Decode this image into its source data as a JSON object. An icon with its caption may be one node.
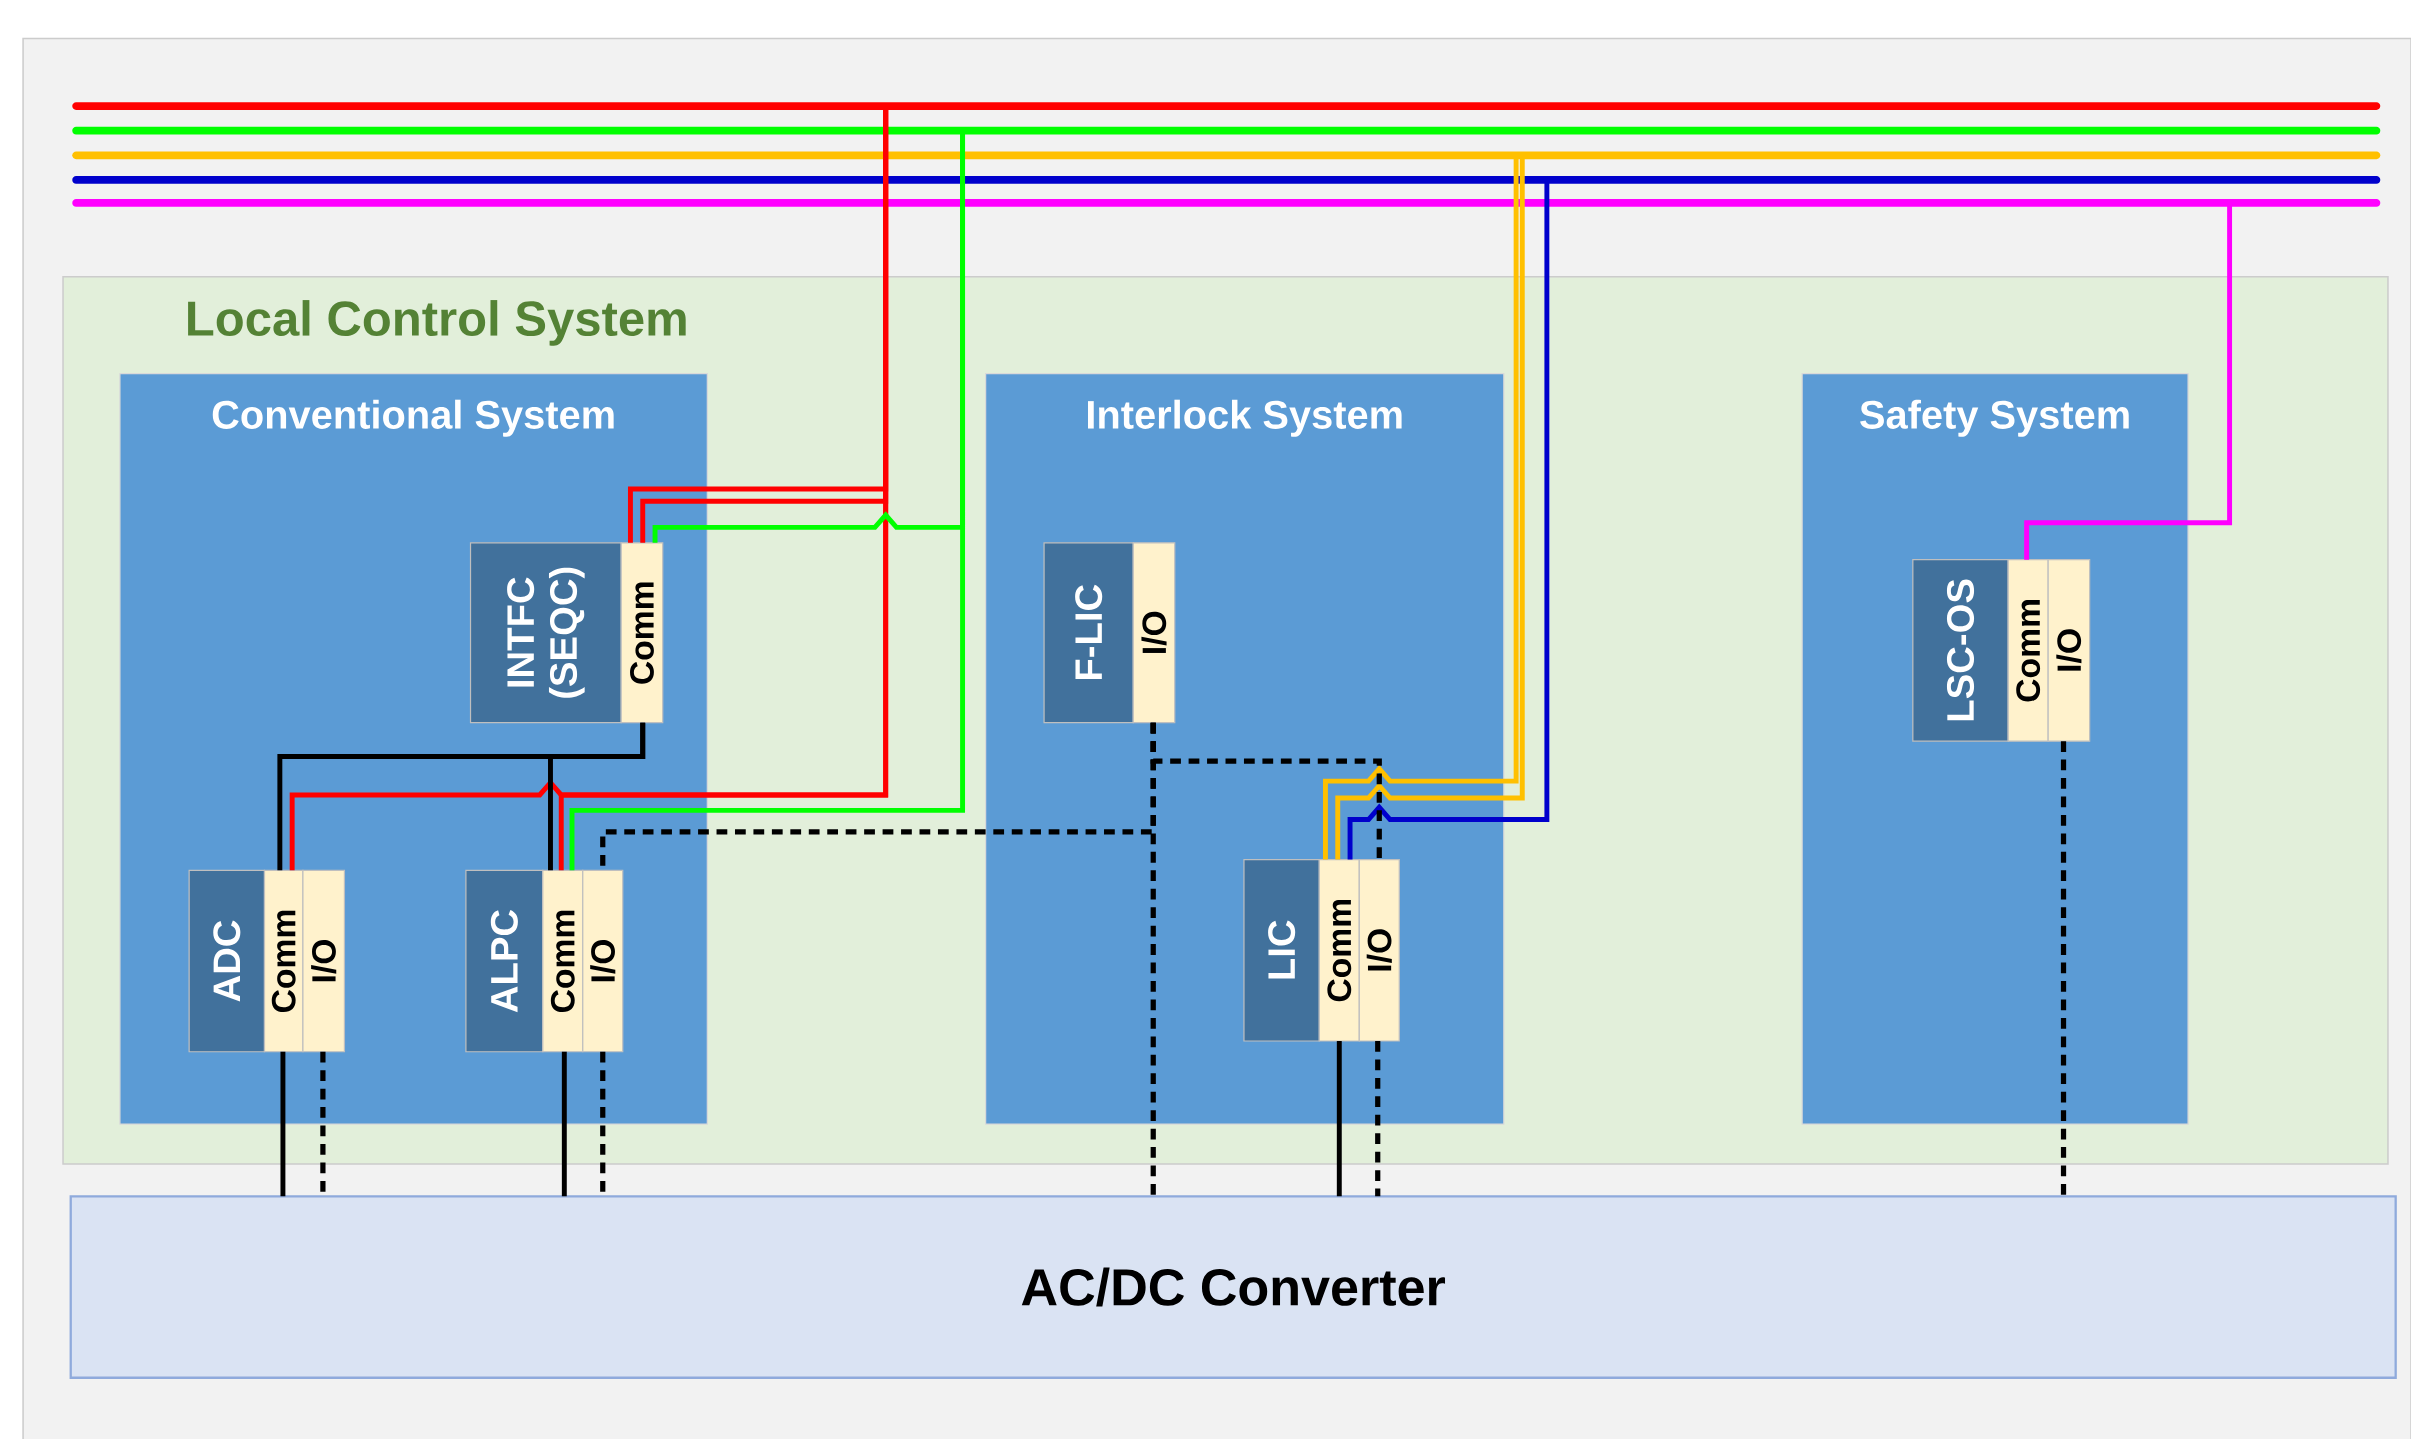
{
  "diagram": {
    "nodes": [
      {
        "text": [],
        "shape": "bar"
      },
      {
        "text": [],
        "shape": "bar"
      },
      {
        "text": [],
        "shape": "bar"
      },
      {
        "text": [],
        "shape": "bar"
      },
      {
        "text": [],
        "shape": "bar"
      },
      {
        "text": [
          "Local Control System"
        ]
      },
      {
        "text": [
          "Conventional System"
        ],
        "in": 5
      },
      {
        "text": [
          "INTFC (SEQC)"
        ],
        "in": 6
      },
      {
        "text": [
          "Comm"
        ],
        "in": 6
      },
      {
        "text": [
          "ADC"
        ],
        "in": 6
      },
      {
        "text": [
          "Comm"
        ],
        "in": 6
      },
      {
        "text": [
          "I/O"
        ],
        "in": 6
      },
      {
        "text": [
          "ALPC"
        ],
        "in": 6
      },
      {
        "text": [
          "Comm"
        ],
        "in": 6
      },
      {
        "text": [
          "I/O"
        ],
        "in": 6
      },
      {
        "text": [
          "Interlock System"
        ],
        "in": 5
      },
      {
        "text": [
          "F-LIC"
        ],
        "in": 15
      },
      {
        "text": [
          "I/O"
        ],
        "in": 15
      },
      {
        "text": [
          "LIC"
        ],
        "in": 15
      },
      {
        "text": [
          "Comm"
        ],
        "in": 15
      },
      {
        "text": [
          "I/O"
        ],
        "in": 15
      },
      {
        "text": [
          "Safety System"
        ],
        "in": 5
      },
      {
        "text": [
          "LSC-OS"
        ],
        "in": 21
      },
      {
        "text": [
          "Comm"
        ],
        "in": 21
      },
      {
        "text": [
          "I/O"
        ],
        "in": 21
      },
      {
        "text": [
          "AC/DC Converter"
        ]
      }
    ],
    "edges": [
      {
        "from": 0,
        "to": 8,
        "arrow": "none",
        "color": "#ff0000"
      },
      {
        "from": 0,
        "to": 8,
        "arrow": "none",
        "color": "#ff0000"
      },
      {
        "from": 0,
        "to": 10,
        "arrow": "none",
        "color": "#ff0000"
      },
      {
        "from": 0,
        "to": 13,
        "arrow": "none",
        "color": "#ff0000"
      },
      {
        "from": 1,
        "to": 8,
        "arrow": "none",
        "color": "#00ff00"
      },
      {
        "from": 1,
        "to": 13,
        "arrow": "none",
        "color": "#00ff00"
      },
      {
        "from": 8,
        "to": 10,
        "arrow": "none"
      },
      {
        "from": 8,
        "to": 13,
        "arrow": "none"
      },
      {
        "from": 2,
        "to": 19,
        "arrow": "none",
        "color": "#ffc000"
      },
      {
        "from": 2,
        "to": 19,
        "arrow": "none",
        "color": "#ffc000"
      },
      {
        "from": 3,
        "to": 19,
        "arrow": "none",
        "color": "#0000cc"
      },
      {
        "from": 4,
        "to": 23,
        "arrow": "none",
        "color": "#ff00ff"
      },
      {
        "from": 17,
        "to": 25,
        "arrow": "none",
        "style": "dashed"
      },
      {
        "from": 17,
        "to": 20,
        "arrow": "none",
        "style": "dashed"
      },
      {
        "from": 17,
        "to": 14,
        "arrow": "none",
        "style": "dashed"
      },
      {
        "from": 10,
        "to": 25,
        "arrow": "none"
      },
      {
        "from": 11,
        "to": 25,
        "arrow": "none",
        "style": "dashed"
      },
      {
        "from": 13,
        "to": 25,
        "arrow": "none"
      },
      {
        "from": 14,
        "to": 25,
        "arrow": "none",
        "style": "dashed"
      },
      {
        "from": 19,
        "to": 25,
        "arrow": "none"
      },
      {
        "from": 20,
        "to": 25,
        "arrow": "none",
        "style": "dashed"
      },
      {
        "from": 24,
        "to": 25,
        "arrow": "none",
        "style": "dashed"
      }
    ]
  }
}
